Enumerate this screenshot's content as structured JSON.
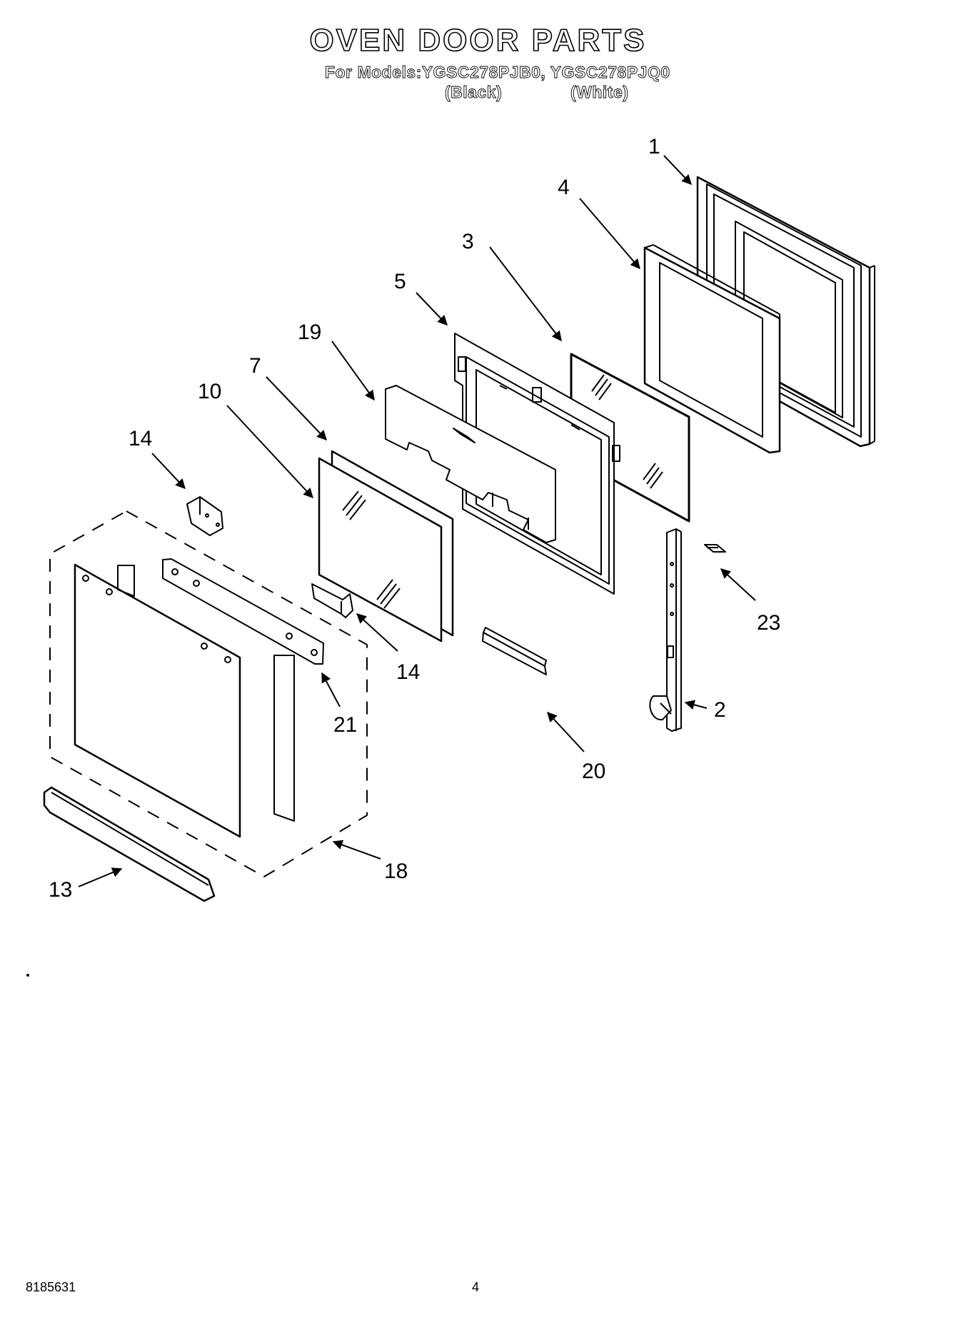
{
  "header": {
    "title": "OVEN DOOR PARTS",
    "models_line": "For Models:YGSC278PJB0, YGSC278PJQ0",
    "color_black": "(Black)",
    "color_white": "(White)"
  },
  "callouts": {
    "c1": "1",
    "c4": "4",
    "c3": "3",
    "c5": "5",
    "c19": "19",
    "c7": "7",
    "c10": "10",
    "c14a": "14",
    "c14b": "14",
    "c23": "23",
    "c21": "21",
    "c2": "2",
    "c20": "20",
    "c18": "18",
    "c13": "13"
  },
  "footer": {
    "doc_number": "8185631",
    "page_number": "4"
  }
}
